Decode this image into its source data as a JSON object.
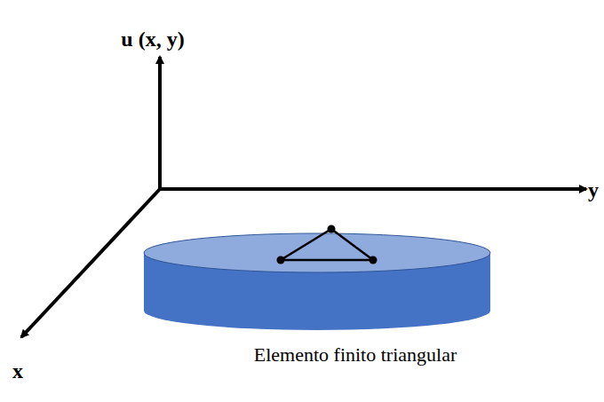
{
  "diagram": {
    "caption": "Elemento finito triangular",
    "labels": [
      "u (x, y)",
      "y",
      "x"
    ]
  }
}
